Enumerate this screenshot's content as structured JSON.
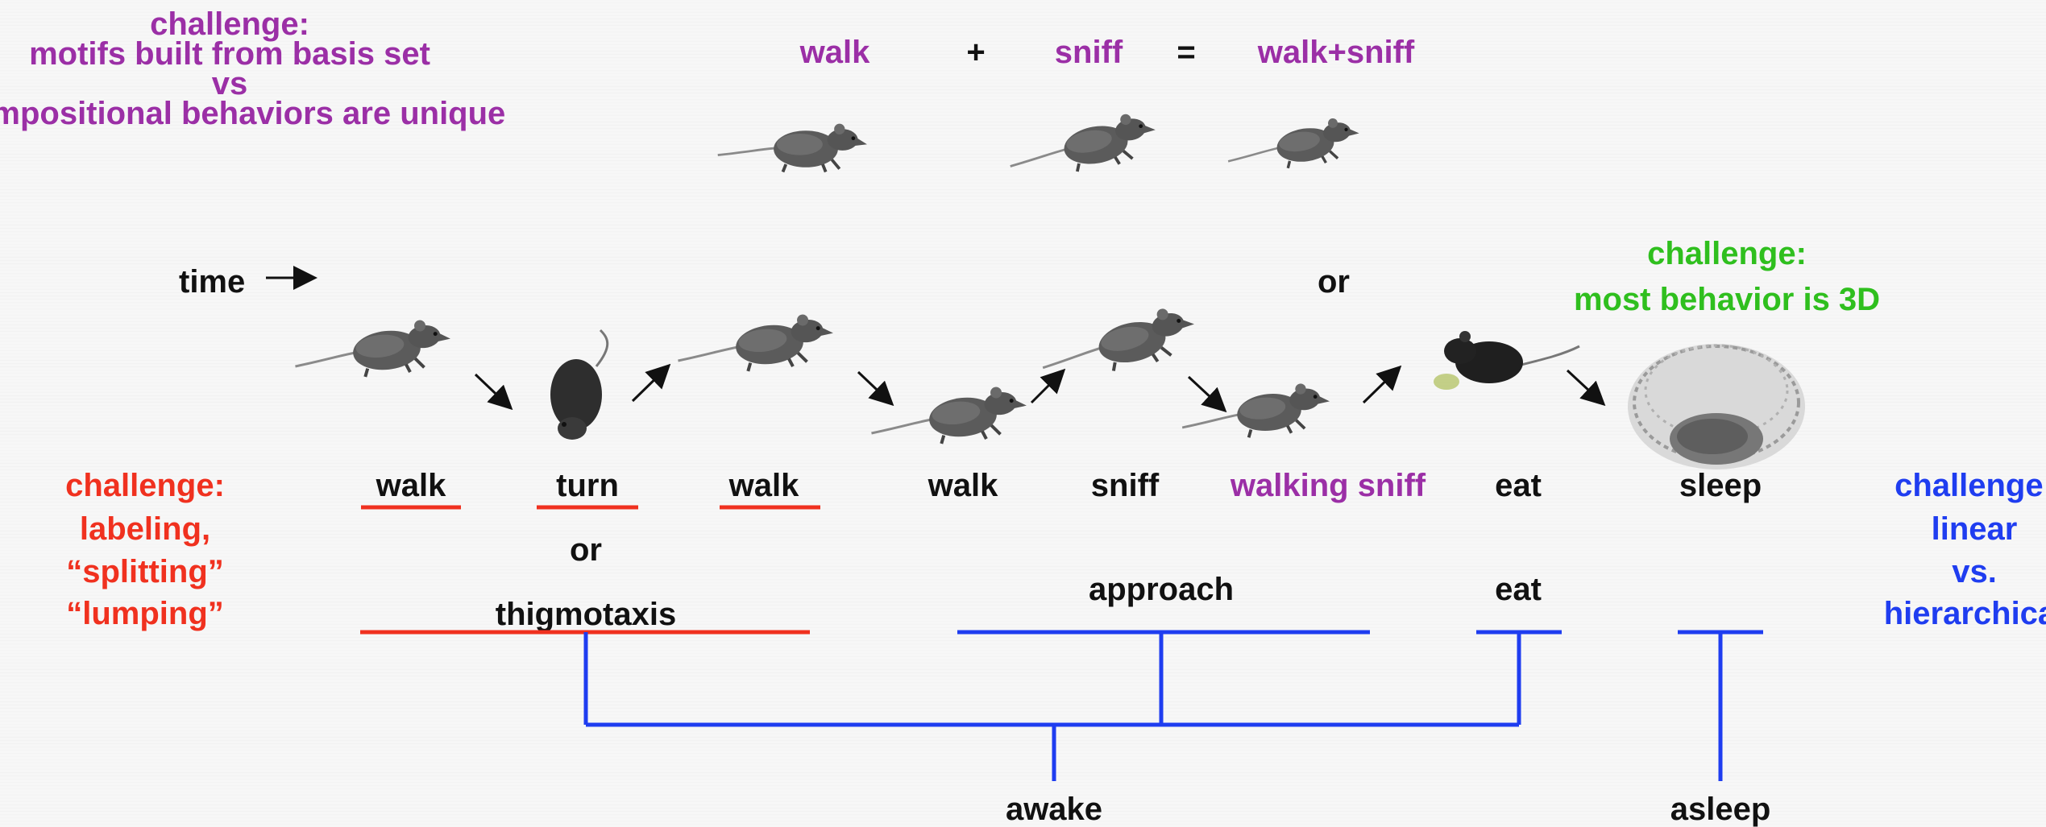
{
  "colors": {
    "purple": "#9b2fa6",
    "red": "#f0311f",
    "green": "#2fbf1e",
    "blue": "#1f3df0",
    "black": "#111111"
  },
  "compose": {
    "challenge_lines": [
      "challenge:",
      "motifs built from basis set",
      "vs",
      "compositional behaviors are unique"
    ],
    "walk": "walk",
    "plus": "+",
    "sniff": "sniff",
    "equals": "=",
    "walk_sniff": "walk+sniff"
  },
  "timeline": {
    "time_label": "time",
    "or_top": "or",
    "challenge_3d_lines": [
      "challenge:",
      "most behavior is 3D"
    ]
  },
  "labels": {
    "walk1": "walk",
    "turn": "turn",
    "walk2": "walk",
    "walk3": "walk",
    "sniff": "sniff",
    "walking_sniff": "walking sniff",
    "eat": "eat",
    "sleep": "sleep",
    "or_mid": "or"
  },
  "left_challenge_lines": [
    "challenge:",
    "labeling,",
    "“splitting”",
    "“lumping”"
  ],
  "right_challenge_lines": [
    "challenge:",
    "linear",
    "vs.",
    "hierarchical"
  ],
  "hierarchy": {
    "thigmotaxis": "thigmotaxis",
    "approach": "approach",
    "eat": "eat",
    "awake": "awake",
    "asleep": "asleep"
  },
  "icons": {
    "mouse": "mouse-icon",
    "arrow": "arrow-icon",
    "nest": "nest-icon"
  }
}
